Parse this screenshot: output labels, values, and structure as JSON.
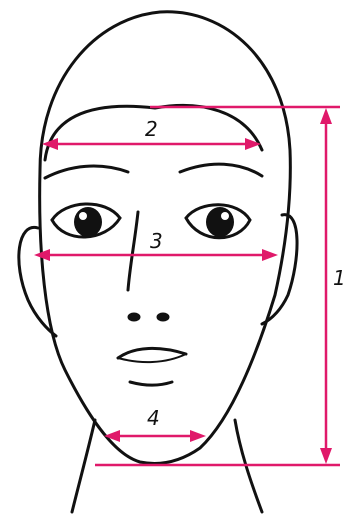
{
  "diagram": {
    "subject": "face-measurement-illustration",
    "colors": {
      "outline": "#111111",
      "measure_line": "#e0196a",
      "background": "#ffffff"
    },
    "measurements": [
      {
        "id": "1",
        "label": "1"
      },
      {
        "id": "2",
        "label": "2"
      },
      {
        "id": "3",
        "label": "3"
      },
      {
        "id": "4",
        "label": "4"
      }
    ]
  }
}
